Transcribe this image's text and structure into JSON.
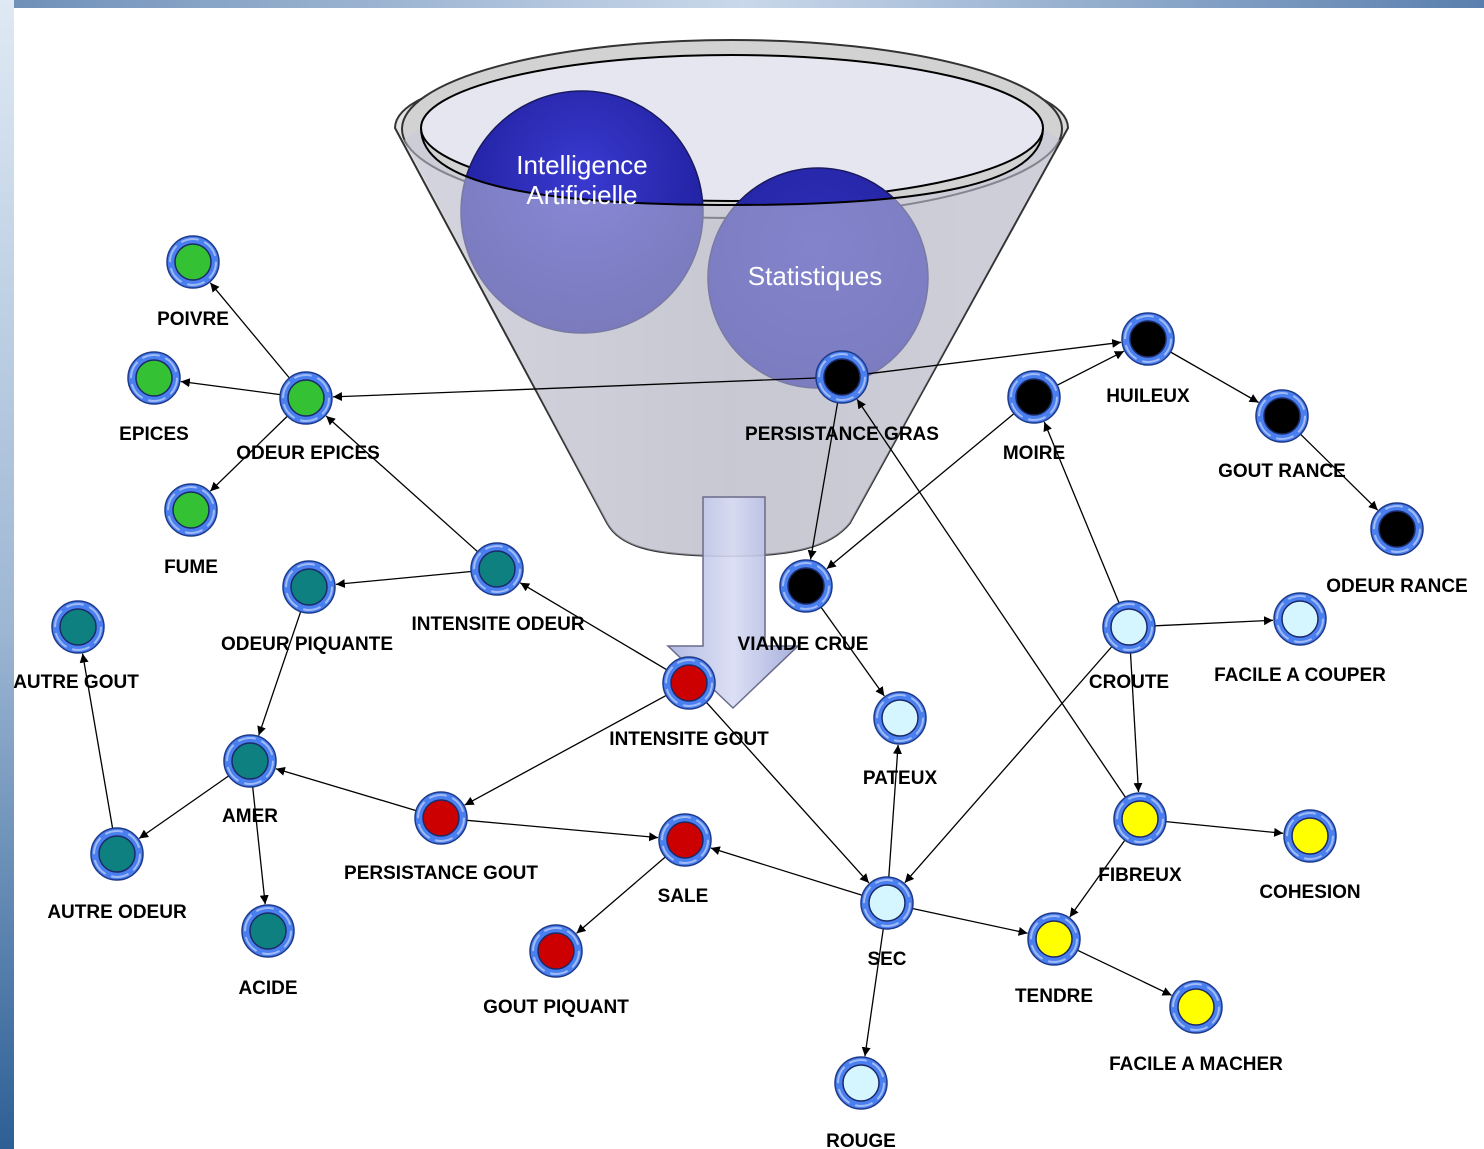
{
  "colors": {
    "green": "#34c234",
    "teal": "#0f8080",
    "red": "#cc0000",
    "black": "#000000",
    "lightblue": "#d6f6ff",
    "yellow": "#ffff00",
    "ring": "#4a7ff0",
    "circle_ia": "#2a2aa8",
    "circle_stats": "#8484c8"
  },
  "funnel": {
    "circle_ia_label_line1": "Intelligence",
    "circle_ia_label_line2": "Artificielle",
    "circle_stats_label": "Statistiques"
  },
  "nodes": [
    {
      "id": "poivre",
      "label": "POIVRE",
      "color": "green"
    },
    {
      "id": "epices",
      "label": "EPICES",
      "color": "green"
    },
    {
      "id": "odeur_epices",
      "label": "ODEUR EPICES",
      "color": "green"
    },
    {
      "id": "fume",
      "label": "FUME",
      "color": "green"
    },
    {
      "id": "intensite_odeur",
      "label": "INTENSITE ODEUR",
      "color": "teal"
    },
    {
      "id": "odeur_piquante",
      "label": "ODEUR PIQUANTE",
      "color": "teal"
    },
    {
      "id": "autre_gout",
      "label": "AUTRE GOUT",
      "color": "teal"
    },
    {
      "id": "amer",
      "label": "AMER",
      "color": "teal"
    },
    {
      "id": "autre_odeur",
      "label": "AUTRE ODEUR",
      "color": "teal"
    },
    {
      "id": "acide",
      "label": "ACIDE",
      "color": "teal"
    },
    {
      "id": "intensite_gout",
      "label": "INTENSITE GOUT",
      "color": "red"
    },
    {
      "id": "persistance_gout",
      "label": "PERSISTANCE GOUT",
      "color": "red"
    },
    {
      "id": "sale",
      "label": "SALE",
      "color": "red"
    },
    {
      "id": "gout_piquant",
      "label": "GOUT PIQUANT",
      "color": "red"
    },
    {
      "id": "persistance_gras",
      "label": "PERSISTANCE GRAS",
      "color": "black"
    },
    {
      "id": "huileux",
      "label": "HUILEUX",
      "color": "black"
    },
    {
      "id": "moire",
      "label": "MOIRE",
      "color": "black"
    },
    {
      "id": "gout_rance",
      "label": "GOUT RANCE",
      "color": "black"
    },
    {
      "id": "odeur_rance",
      "label": "ODEUR RANCE",
      "color": "black"
    },
    {
      "id": "viande_crue",
      "label": "VIANDE CRUE",
      "color": "black"
    },
    {
      "id": "croute",
      "label": "CROUTE",
      "color": "lightblue"
    },
    {
      "id": "facile_a_couper",
      "label": "FACILE A COUPER",
      "color": "lightblue"
    },
    {
      "id": "pateux",
      "label": "PATEUX",
      "color": "lightblue"
    },
    {
      "id": "sec",
      "label": "SEC",
      "color": "lightblue"
    },
    {
      "id": "rouge",
      "label": "ROUGE",
      "color": "lightblue"
    },
    {
      "id": "fibreux",
      "label": "FIBREUX",
      "color": "yellow"
    },
    {
      "id": "cohesion",
      "label": "COHESION",
      "color": "yellow"
    },
    {
      "id": "tendre",
      "label": "TENDRE",
      "color": "yellow"
    },
    {
      "id": "facile_a_macher",
      "label": "FACILE A MACHER",
      "color": "yellow"
    }
  ],
  "edges": [
    {
      "from": "odeur_epices",
      "to": "poivre"
    },
    {
      "from": "odeur_epices",
      "to": "epices"
    },
    {
      "from": "odeur_epices",
      "to": "fume"
    },
    {
      "from": "persistance_gras",
      "to": "odeur_epices"
    },
    {
      "from": "persistance_gras",
      "to": "huileux"
    },
    {
      "from": "persistance_gras",
      "to": "viande_crue"
    },
    {
      "from": "moire",
      "to": "huileux"
    },
    {
      "from": "huileux",
      "to": "gout_rance"
    },
    {
      "from": "gout_rance",
      "to": "odeur_rance"
    },
    {
      "from": "moire",
      "to": "viande_crue"
    },
    {
      "from": "croute",
      "to": "moire"
    },
    {
      "from": "croute",
      "to": "facile_a_couper"
    },
    {
      "from": "croute",
      "to": "fibreux"
    },
    {
      "from": "croute",
      "to": "sec"
    },
    {
      "from": "fibreux",
      "to": "persistance_gras"
    },
    {
      "from": "fibreux",
      "to": "cohesion"
    },
    {
      "from": "fibreux",
      "to": "tendre"
    },
    {
      "from": "tendre",
      "to": "facile_a_macher"
    },
    {
      "from": "sec",
      "to": "tendre"
    },
    {
      "from": "sec",
      "to": "rouge"
    },
    {
      "from": "sec",
      "to": "pateux"
    },
    {
      "from": "sec",
      "to": "sale"
    },
    {
      "from": "viande_crue",
      "to": "pateux"
    },
    {
      "from": "intensite_gout",
      "to": "sec"
    },
    {
      "from": "intensite_gout",
      "to": "intensite_odeur"
    },
    {
      "from": "intensite_gout",
      "to": "persistance_gout"
    },
    {
      "from": "intensite_odeur",
      "to": "odeur_epices"
    },
    {
      "from": "intensite_odeur",
      "to": "odeur_piquante"
    },
    {
      "from": "odeur_piquante",
      "to": "amer"
    },
    {
      "from": "persistance_gout",
      "to": "amer"
    },
    {
      "from": "persistance_gout",
      "to": "sale"
    },
    {
      "from": "sale",
      "to": "gout_piquant"
    },
    {
      "from": "amer",
      "to": "acide"
    },
    {
      "from": "amer",
      "to": "autre_odeur"
    },
    {
      "from": "autre_odeur",
      "to": "autre_gout"
    }
  ]
}
